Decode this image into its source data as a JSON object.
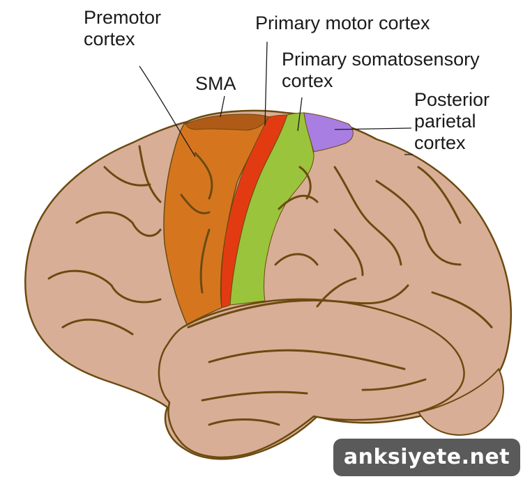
{
  "labels": {
    "premotor": [
      "Premotor",
      "cortex"
    ],
    "sma": [
      "SMA"
    ],
    "primary_motor": [
      "Primary motor cortex"
    ],
    "somatosensory": [
      "Primary somatosensory",
      "cortex"
    ],
    "posterior_parietal": [
      "Posterior",
      "parietal",
      "cortex"
    ]
  },
  "watermark": "anksiyete.net",
  "colors": {
    "cortex_fill": "#d9ae97",
    "outline": "#6b4a10",
    "premotor": "#d5761f",
    "sma": "#b05a18",
    "primary_motor": "#e23b12",
    "somatosensory": "#9ac43b",
    "posterior_parietal": "#a87ee3",
    "text": "#1a1a1a"
  }
}
